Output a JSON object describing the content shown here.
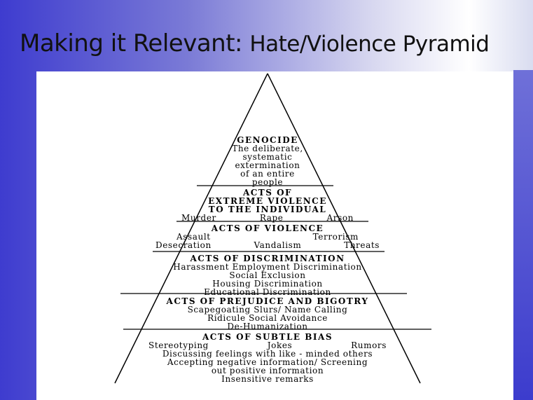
{
  "slide": {
    "title_main": "Making it Relevant:",
    "title_sub": "Hate/Violence Pyramid"
  },
  "pyramid": {
    "genocide": {
      "heading": "GENOCIDE",
      "lines": [
        "The deliberate,",
        "systematic",
        "extermination",
        "of an entire",
        "people"
      ]
    },
    "extreme_violence": {
      "heading_lines": [
        "ACTS OF",
        "EXTREME VIOLENCE",
        "TO THE INDIVIDUAL"
      ],
      "items": [
        "Murder",
        "Rape",
        "Arson"
      ]
    },
    "violence": {
      "heading": "ACTS OF VIOLENCE",
      "row1": [
        "Assault",
        "Terrorism"
      ],
      "row2": [
        "Desecration",
        "Vandalism",
        "Threats"
      ]
    },
    "discrimination": {
      "heading": "ACTS OF DISCRIMINATION",
      "lines": [
        "Harassment  Employment Discrimination",
        "Social Exclusion",
        "Housing Discrimination",
        "Educational Discrimination"
      ]
    },
    "prejudice": {
      "heading": "ACTS OF PREJUDICE AND BIGOTRY",
      "lines": [
        "Scapegoating  Slurs/ Name Calling",
        "Ridicule  Social Avoidance",
        "De-Humanization"
      ]
    },
    "subtle_bias": {
      "heading": "ACTS OF SUBTLE BIAS",
      "row1": [
        "Stereotyping",
        "Jokes",
        "Rumors"
      ],
      "lines": [
        "Discussing feelings with like -  minded others",
        "Accepting negative information/ Screening",
        "out positive information",
        "Insensitive remarks"
      ]
    }
  }
}
